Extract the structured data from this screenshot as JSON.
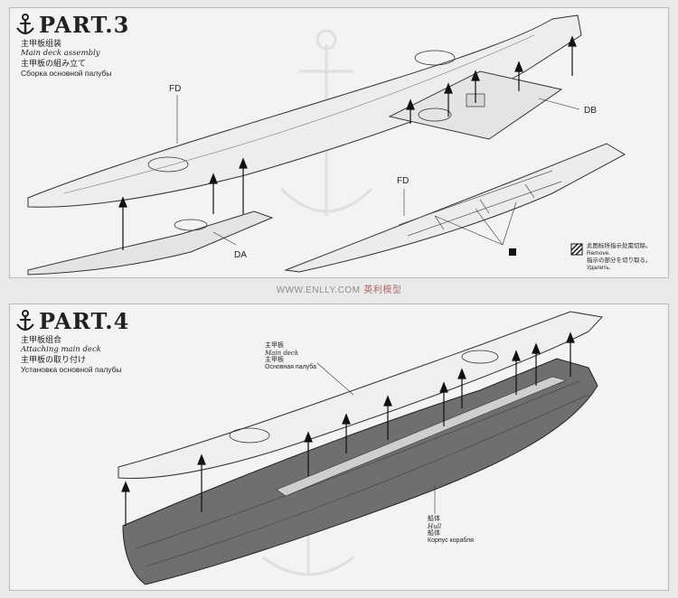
{
  "part3": {
    "title": "PART.3",
    "sub_cn": "主甲板组装",
    "sub_en": "Main deck assembly",
    "sub_jp": "主甲板の組み立て",
    "sub_ru": "Сборка основной палубы",
    "labels": {
      "fd1": "FD",
      "db": "DB",
      "da": "DA",
      "fd2": "FD"
    },
    "remove_cn": "此图标所指示处需切除。",
    "remove_en": "Remove.",
    "remove_jp": "指示の部分を切り取る。",
    "remove_ru": "Удалить."
  },
  "watermark": {
    "url": "WWW.ENLLY.COM",
    "cn": "英利模型"
  },
  "part4": {
    "title": "PART.4",
    "sub_cn": "主甲板组合",
    "sub_en": "Attaching main deck",
    "sub_jp": "主甲板の取り付け",
    "sub_ru": "Установка основной палубы",
    "main_deck": {
      "cn": "主甲板",
      "en": "Main deck",
      "jp": "主甲板",
      "ru": "Основная палуба"
    },
    "hull": {
      "cn": "船体",
      "en": "Hull",
      "jp": "船体",
      "ru": "Корпус корабля"
    }
  }
}
